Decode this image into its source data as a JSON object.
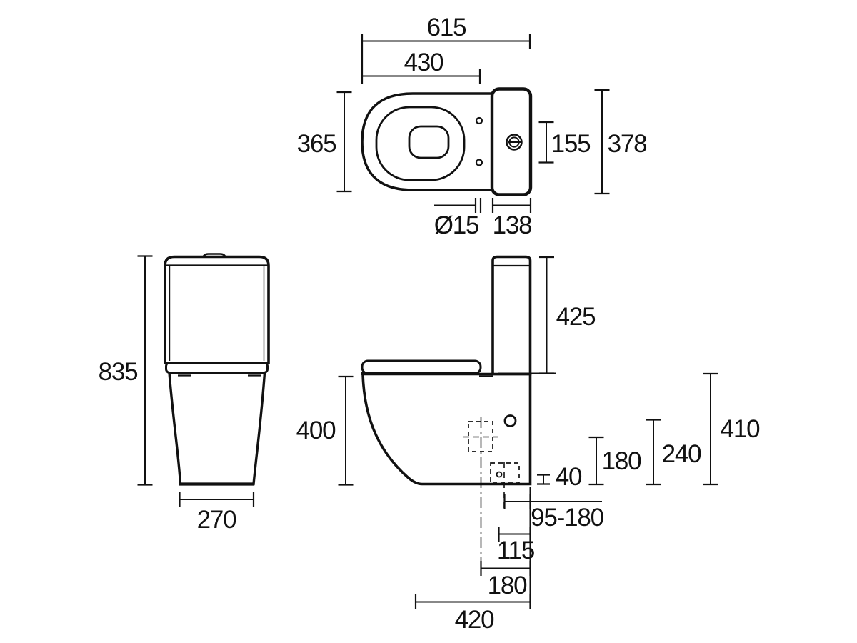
{
  "page": {
    "background": "#ffffff",
    "line_color": "#111111",
    "drawing_type": "toilet-suite-dimension-drawing"
  },
  "dims": {
    "top": {
      "overall_depth": "615",
      "seat_depth": "430",
      "bowl_width": "365",
      "button_offset": "155",
      "cistern_width": "378",
      "hole_diameter": "Ø15",
      "cistern_depth": "138"
    },
    "front": {
      "overall_height": "835",
      "base_width": "270"
    },
    "side": {
      "cistern_height": "425",
      "bowl_front_height": "400",
      "outlet_rise": "40",
      "inlet_height_low": "180",
      "inlet_height_high": "240",
      "pan_height": "410",
      "outlet_setout_range": "95-180",
      "outlet_offset": "115",
      "centre_setout": "180",
      "base_depth": "420"
    }
  }
}
